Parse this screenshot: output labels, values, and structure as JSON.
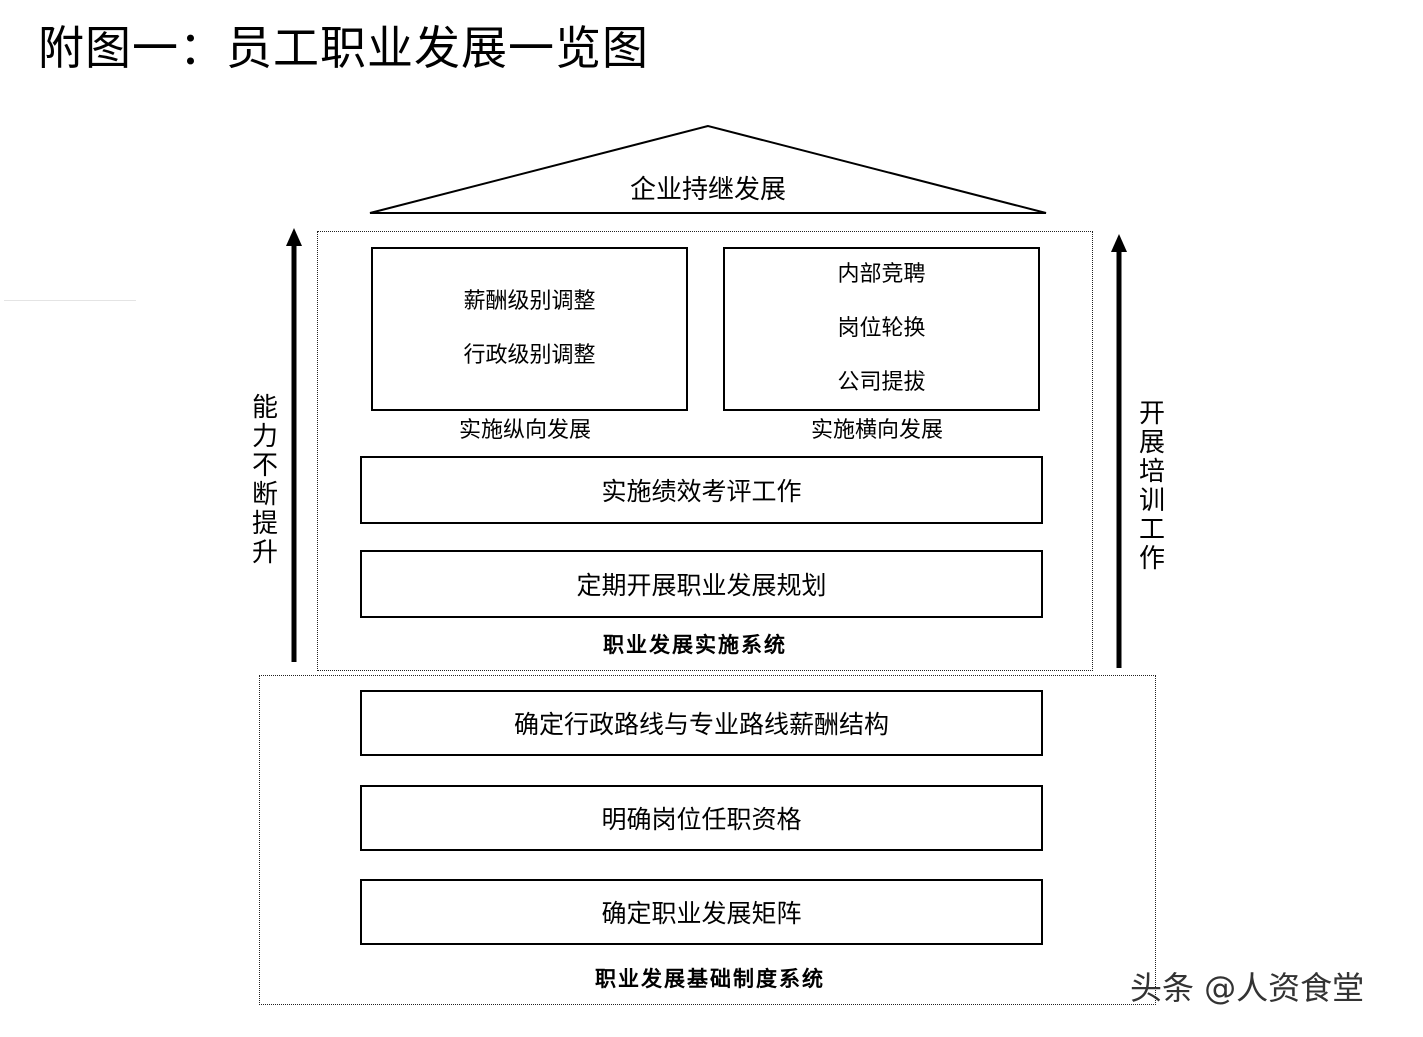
{
  "title": "附图一：员工职业发展一览图",
  "roof": {
    "label": "企业持继发展"
  },
  "implementation_system": {
    "label": "职业发展实施系统",
    "vertical_box": {
      "lines": [
        "薪酬级别调整",
        "行政级别调整"
      ],
      "caption": "实施纵向发展"
    },
    "horizontal_box": {
      "lines": [
        "内部竞聘",
        "岗位轮换",
        "公司提拔"
      ],
      "caption": "实施横向发展"
    },
    "performance_box": "实施绩效考评工作",
    "planning_box": "定期开展职业发展规划"
  },
  "foundation_system": {
    "label": "职业发展基础制度系统",
    "boxes": [
      "确定行政路线与专业路线薪酬结构",
      "明确岗位任职资格",
      "确定职业发展矩阵"
    ]
  },
  "left_arrow": {
    "chars": [
      "能",
      "力",
      "不",
      "断",
      "提",
      "升"
    ]
  },
  "right_arrow": {
    "chars": [
      "开",
      "展",
      "培",
      "训",
      "工",
      "作"
    ]
  },
  "watermark": "头条 @人资食堂"
}
